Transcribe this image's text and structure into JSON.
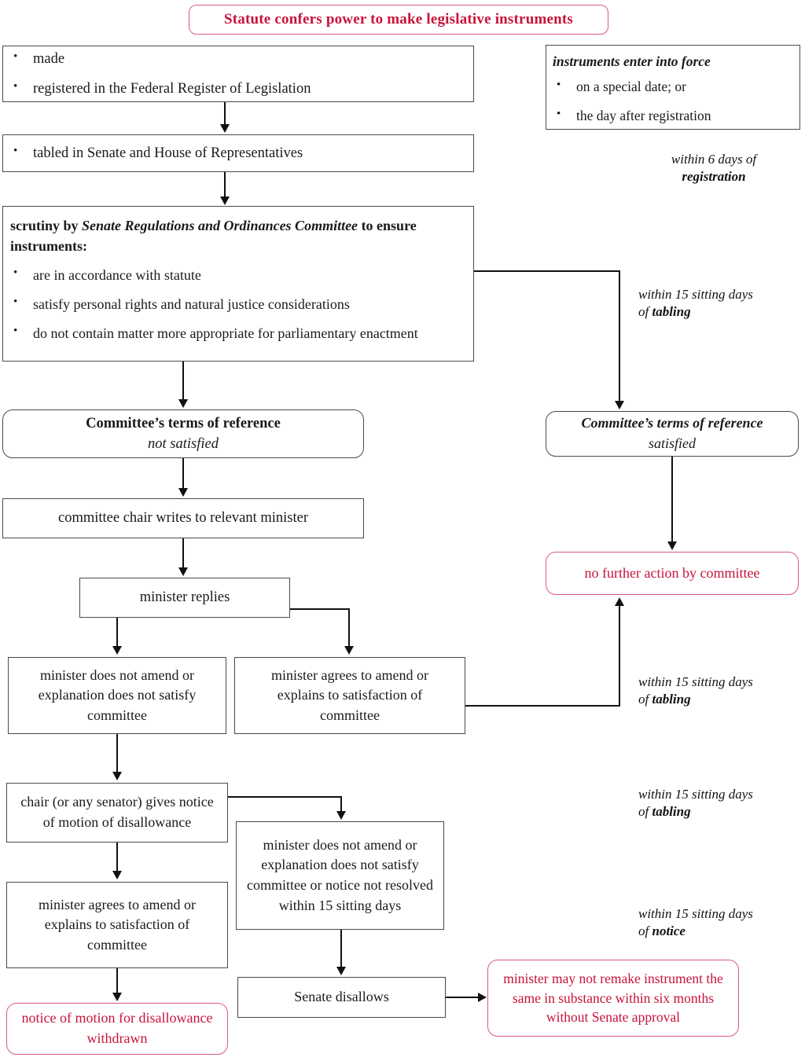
{
  "colors": {
    "accent": "#C8133A",
    "accent_border": "#DB5C77",
    "box_border": "#4a4a4a",
    "line": "#111111",
    "text": "#1a1a1a",
    "background": "#ffffff"
  },
  "title": {
    "label": "Statute confers power to make legislative instruments"
  },
  "nodes": {
    "made_registered": {
      "bullets": [
        "made",
        "registered in the Federal Register of Legislation"
      ]
    },
    "enter_force": {
      "heading": "instruments enter into force",
      "bullets": [
        "on a special date; or",
        "the day after registration"
      ]
    },
    "tabled": {
      "bullets": [
        "tabled in Senate and House of Representatives"
      ]
    },
    "scrutiny": {
      "heading_part1": "scrutiny by ",
      "heading_emphasis": "Senate Regulations and Ordinances Committee",
      "heading_part2": " to ensure instruments:",
      "bullets": [
        "are in accordance with statute",
        "satisfy personal rights and natural justice considerations",
        "do not contain matter more appropriate for parliamentary enactment"
      ]
    },
    "tor_not_satisfied": {
      "line1": "Committee’s terms of reference",
      "line2": "not satisfied"
    },
    "tor_satisfied": {
      "line1": "Committee’s terms of reference",
      "line2": "satisfied"
    },
    "chair_writes": {
      "label": "committee chair writes to relevant minister"
    },
    "minister_replies": {
      "label": "minister replies"
    },
    "no_further_action": {
      "label": "no further action by committee"
    },
    "minister_no_amend_1": {
      "label": "minister does not amend or explanation does not satisfy committee"
    },
    "minister_agrees_1": {
      "label": "minister agrees to amend or explains to satisfaction of committee"
    },
    "chair_notice": {
      "label": "chair (or any senator) gives notice of motion of disallowance"
    },
    "minister_no_amend_2": {
      "label": "minister does not amend or explanation does not satisfy committee or notice not resolved within 15 sitting days"
    },
    "minister_agrees_2": {
      "label": "minister agrees to amend or explains to satisfaction of committee"
    },
    "notice_withdrawn": {
      "label": "notice of motion for disallowance withdrawn"
    },
    "senate_disallows": {
      "label": "Senate disallows"
    },
    "no_remake": {
      "label": "minister may not remake instrument the same in substance within six months without Senate approval"
    }
  },
  "annotations": {
    "within_6_days": {
      "line1": "within 6 days of",
      "line2": "registration"
    },
    "within_15_tabling_a": {
      "line1": "within 15 sitting days",
      "line2_prefix": "of ",
      "line2_strong": "tabling"
    },
    "within_15_tabling_b": {
      "line1": "within 15 sitting days",
      "line2_prefix": "of ",
      "line2_strong": "tabling"
    },
    "within_15_tabling_c": {
      "line1": "within 15 sitting days",
      "line2_prefix": "of ",
      "line2_strong": "tabling"
    },
    "within_15_notice": {
      "line1": "within 15 sitting days",
      "line2_prefix": "of ",
      "line2_strong": "notice"
    }
  }
}
